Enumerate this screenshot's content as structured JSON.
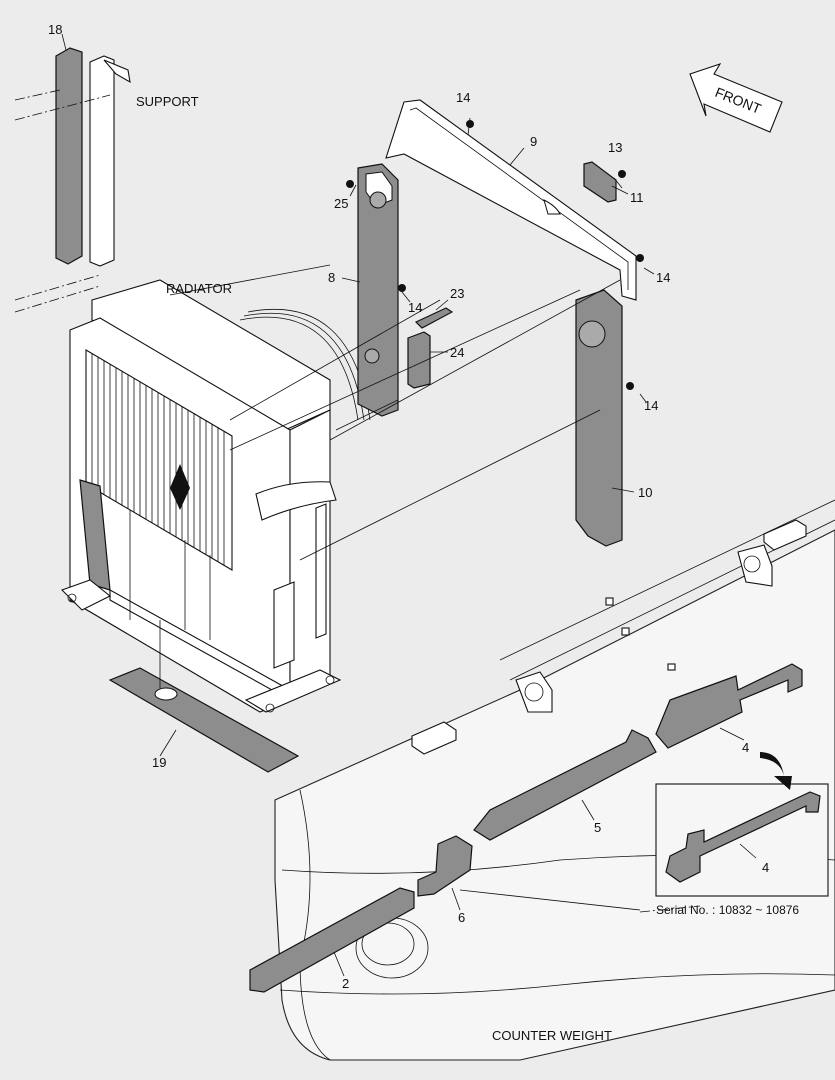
{
  "labels": {
    "support": "SUPPORT",
    "radiator": "RADIATOR",
    "front": "FRONT",
    "counter_weight": "COUNTER WEIGHT",
    "serial": "Serial No. : 10832 ~ 10876"
  },
  "callouts": {
    "p18": "18",
    "p14a": "14",
    "p9": "9",
    "p13": "13",
    "p11": "11",
    "p25": "25",
    "p14b": "14",
    "p8": "8",
    "p23": "23",
    "p14c": "14",
    "p24": "24",
    "p14d": "14",
    "p10": "10",
    "p19": "19",
    "p4a": "4",
    "p5": "5",
    "p4b": "4",
    "p6": "6",
    "p2": "2"
  },
  "colors": {
    "background": "#ececec",
    "part_fill": "#8d8d8d",
    "outline": "#111111"
  }
}
